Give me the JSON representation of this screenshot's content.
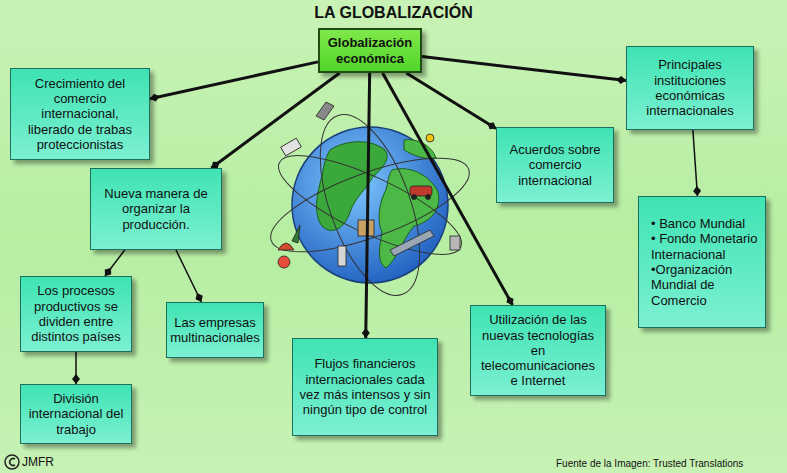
{
  "diagram": {
    "title": "LA GLOBALIZACIÓN",
    "nodes": [
      {
        "text": [
          "Globalización económica"
        ]
      },
      {
        "text": [
          "Crecimiento del comercio internacional, liberado de trabas proteccionistas"
        ]
      },
      {
        "text": [
          "Principales instituciones económicas internacionales"
        ]
      },
      {
        "text": [
          "Nueva manera de organizar la producción."
        ]
      },
      {
        "text": [
          "Acuerdos sobre comercio internacional"
        ]
      },
      {
        "text": [
          "• Banco Mundial",
          "• Fondo Monetario Internacional",
          "•Organización Mundial de Comercio"
        ]
      },
      {
        "text": [
          "Los procesos productivos se dividen entre distintos países"
        ]
      },
      {
        "text": [
          "Las empresas multinacionales"
        ]
      },
      {
        "text": [
          "Flujos financieros internacionales cada vez más intensos y sin ningún tipo de control"
        ]
      },
      {
        "text": [
          "Utilización de las nuevas tecnologías en telecomunicaciones e Internet"
        ]
      },
      {
        "text": [
          "División internacional del trabajo"
        ]
      }
    ],
    "edges": [
      {
        "from": 0,
        "to": 1,
        "arrow": "to"
      },
      {
        "from": 0,
        "to": 2,
        "arrow": "to"
      },
      {
        "from": 0,
        "to": 3,
        "arrow": "to"
      },
      {
        "from": 0,
        "to": 4,
        "arrow": "to"
      },
      {
        "from": 0,
        "to": 8,
        "arrow": "to"
      },
      {
        "from": 0,
        "to": 9,
        "arrow": "to"
      },
      {
        "from": 2,
        "to": 5,
        "arrow": "to"
      },
      {
        "from": 3,
        "to": 6,
        "arrow": "to"
      },
      {
        "from": 3,
        "to": 7,
        "arrow": "to"
      },
      {
        "from": 6,
        "to": 10,
        "arrow": "to"
      }
    ],
    "labels": [
      "JMFR",
      "Fuente de la Imagen: Trusted Translations"
    ]
  }
}
